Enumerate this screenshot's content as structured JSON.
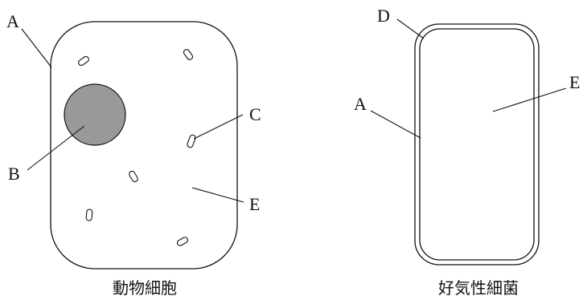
{
  "animal_cell": {
    "caption": "動物細胞",
    "labels": {
      "A": "A",
      "B": "B",
      "C": "C",
      "E": "E"
    }
  },
  "aerobic_bacterium": {
    "caption": "好気性細菌",
    "labels": {
      "D": "D",
      "A": "A",
      "E": "E"
    }
  },
  "colors": {
    "line": "#111111",
    "nucleus_fill": "#999999",
    "background": "#ffffff"
  }
}
